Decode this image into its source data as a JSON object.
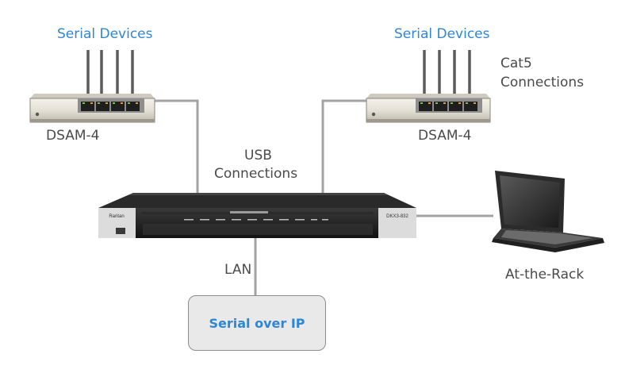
{
  "labels": {
    "serial_devices_left": "Serial Devices",
    "serial_devices_right": "Serial Devices",
    "cat5": "Cat5",
    "connections_cat5": "Connections",
    "dsam_left": "DSAM-4",
    "dsam_right": "DSAM-4",
    "usb": "USB",
    "usb_connections": "Connections",
    "lan": "LAN",
    "at_the_rack": "At-the-Rack",
    "serial_over_ip": "Serial over IP"
  },
  "device_text": {
    "brand": "Raritan",
    "model": "DKX3-832"
  },
  "colors": {
    "accent_blue": "#2e86d6",
    "cable_gray": "#a3a3a3",
    "label_gray": "#4a4a4a",
    "box_fill": "#e9e9e9",
    "device_black": "#1b1b1b"
  }
}
